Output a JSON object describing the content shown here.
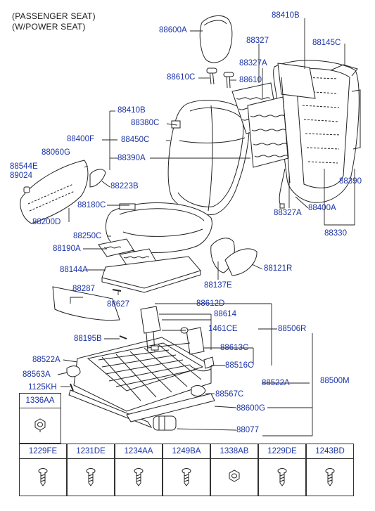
{
  "header": {
    "line1": "(PASSENGER SEAT)",
    "line2": "(W/POWER SEAT)"
  },
  "callouts": {
    "p88410B_top": "88410B",
    "p88600A": "88600A",
    "p88327": "88327",
    "p88145C": "88145C",
    "p88327A_top": "88327A",
    "p88610C": "88610C",
    "p88610": "88610",
    "p88410B_mid": "88410B",
    "p88380C": "88380C",
    "p88400F": "88400F",
    "p88450C": "88450C",
    "p88060G": "88060G",
    "p88390A": "88390A",
    "p88544E": "88544E",
    "p89024": "89024",
    "p88223B": "88223B",
    "p88390": "88390",
    "p88180C": "88180C",
    "p88327A_bot": "88327A",
    "p88400A": "88400A",
    "p88200D": "88200D",
    "p88330": "88330",
    "p88250C": "88250C",
    "p88190A": "88190A",
    "p88121R": "88121R",
    "p88144A": "88144A",
    "p88137E": "88137E",
    "p88287": "88287",
    "p88627": "88627",
    "p88612D": "88612D",
    "p88614": "88614",
    "p1461CE": "1461CE",
    "p88506R": "88506R",
    "p88195B": "88195B",
    "p88613C": "88613C",
    "p88522A_left": "88522A",
    "p88516C": "88516C",
    "p88563A": "88563A",
    "p88522A_right": "88522A",
    "p88500M": "88500M",
    "p1125KH": "1125KH",
    "p88567C": "88567C",
    "p88600G": "88600G",
    "p88077": "88077"
  },
  "parts_table": {
    "single": {
      "code": "1336AA",
      "icon": "nut-icon"
    },
    "row": [
      {
        "code": "1229FE",
        "icon": "screw-icon"
      },
      {
        "code": "1231DE",
        "icon": "screw-icon"
      },
      {
        "code": "1234AA",
        "icon": "screw-icon"
      },
      {
        "code": "1249BA",
        "icon": "screw-icon"
      },
      {
        "code": "1338AB",
        "icon": "nut-icon"
      },
      {
        "code": "1229DE",
        "icon": "screw-icon"
      },
      {
        "code": "1243BD",
        "icon": "screw-icon"
      }
    ]
  },
  "colors": {
    "callout": "#1a33a6",
    "line": "#222222"
  }
}
